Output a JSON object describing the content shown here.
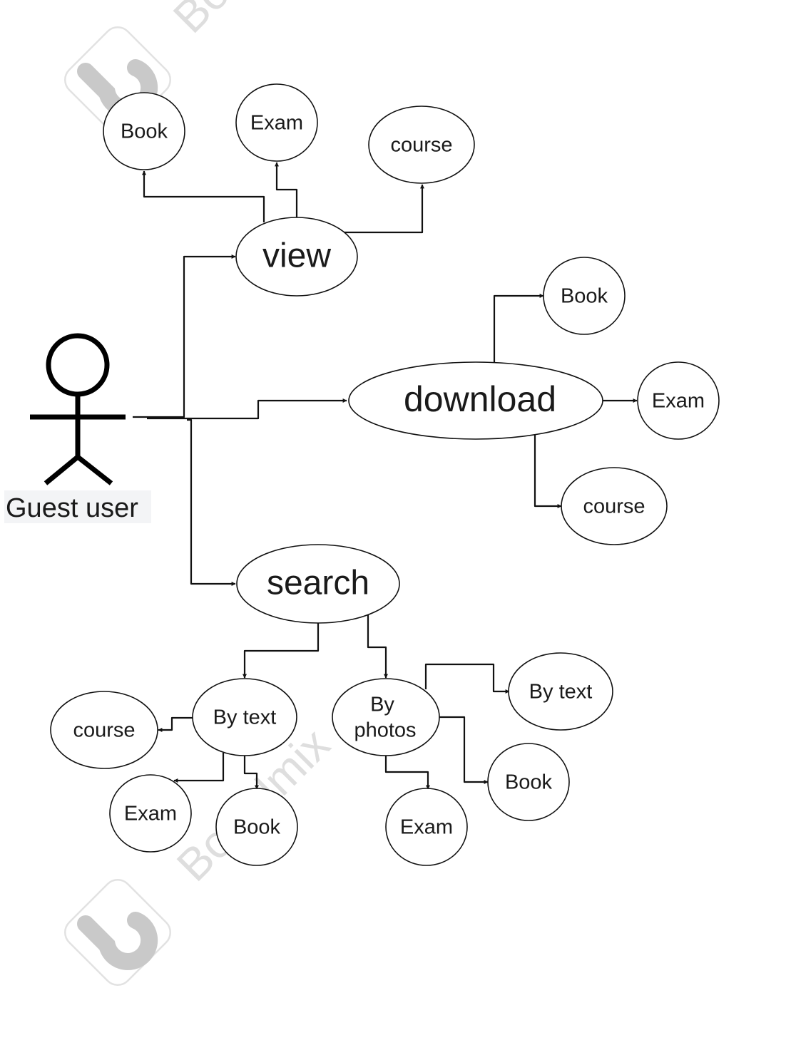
{
  "watermark": {
    "brand": "Boardmix"
  },
  "actor": {
    "label": "Guest user"
  },
  "nodes": {
    "view": "view",
    "view_book": "Book",
    "view_exam": "Exam",
    "view_course": "course",
    "download": "download",
    "download_book": "Book",
    "download_exam": "Exam",
    "download_course": "course",
    "search": "search",
    "by_text": "By text",
    "by_photos_line1": "By",
    "by_photos_line2": "photos",
    "text_course": "course",
    "text_exam": "Exam",
    "text_book": "Book",
    "photos_by_text": "By text",
    "photos_book": "Book",
    "photos_exam": "Exam"
  }
}
